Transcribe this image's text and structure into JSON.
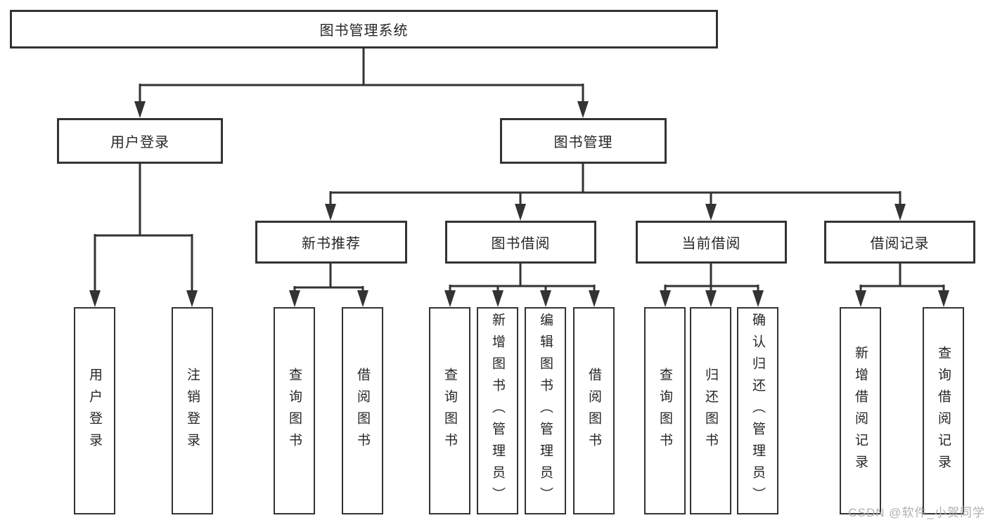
{
  "watermark": "CSDN @软件_小贺同学",
  "colors": {
    "background": "#ffffff",
    "box_border": "#333333",
    "line": "#333333",
    "text": "#262626",
    "watermark": "#b0b0b0"
  },
  "tree": {
    "label": "图书管理系统",
    "children": [
      {
        "label": "用户登录",
        "children": [
          {
            "label": "用户登录"
          },
          {
            "label": "注销登录"
          }
        ]
      },
      {
        "label": "图书管理",
        "children": [
          {
            "label": "新书推荐",
            "children": [
              {
                "label": "查询图书"
              },
              {
                "label": "借阅图书"
              }
            ]
          },
          {
            "label": "图书借阅",
            "children": [
              {
                "label": "查询图书"
              },
              {
                "label": "新增图书（管理员）"
              },
              {
                "label": "编辑图书（管理员）"
              },
              {
                "label": "借阅图书"
              }
            ]
          },
          {
            "label": "当前借阅",
            "children": [
              {
                "label": "查询图书"
              },
              {
                "label": "归还图书"
              },
              {
                "label": "确认归还（管理员）"
              }
            ]
          },
          {
            "label": "借阅记录",
            "children": [
              {
                "label": "新增借阅记录"
              },
              {
                "label": "查询借阅记录"
              }
            ]
          }
        ]
      }
    ]
  }
}
